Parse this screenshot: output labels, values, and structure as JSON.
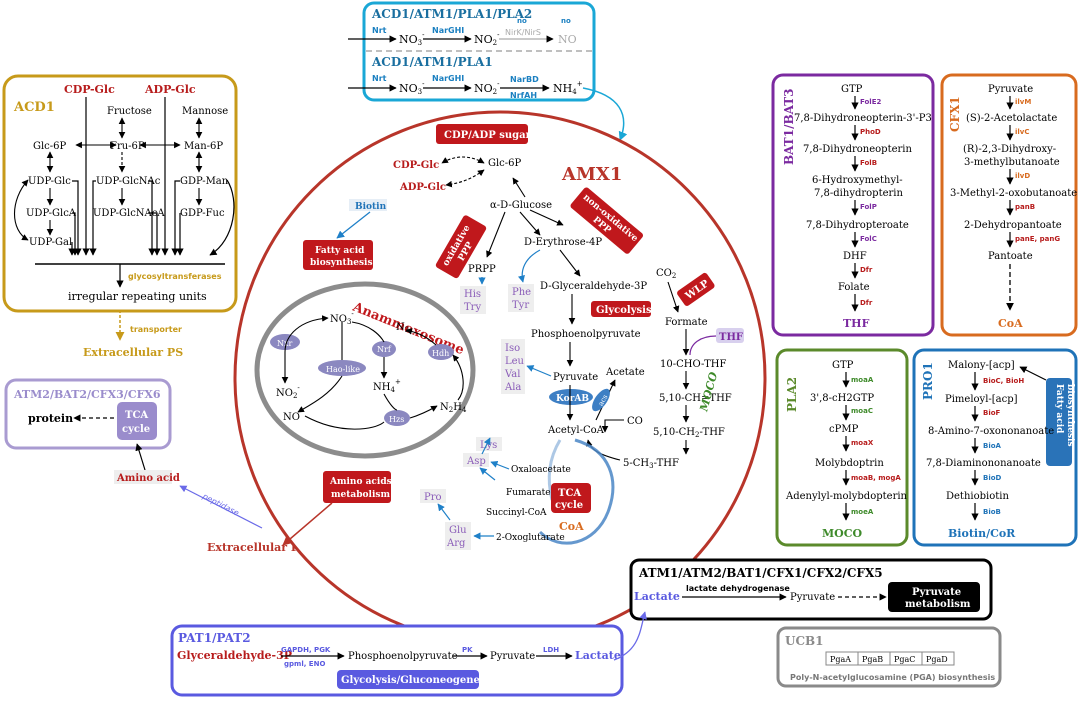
{
  "colors": {
    "acd1": "#c79a1a",
    "amx1": "#b8352a",
    "bat": "#7b2aa0",
    "cfx1": "#d86b1f",
    "pla2": "#5b8a2b",
    "pro1": "#1f73b8",
    "atm2box": "#a99bd1",
    "anam": "#8c8c8c",
    "top": "#1aa7d6",
    "pat": "#5a5ae0",
    "ucb": "#8a8a8a",
    "purple_text": "#8a5cb8",
    "green_text": "#3e8a2a",
    "blue_text": "#1f73b8",
    "red_text": "#b71c1c"
  },
  "top": {
    "title1": "ACD1/ATM1/PLA1/PLA2",
    "title2": "ACD1/ATM1/PLA1",
    "nrt": "Nrt",
    "no3": "NO",
    "no3_sub": "3",
    "no3_sup": "-",
    "nargh": "NarGHI",
    "no2": "NO",
    "no2_sub": "2",
    "no2_sup": "-",
    "no_label": "no",
    "nirks": "NirK/NirS",
    "no_gas": "NO",
    "narbd": "NarBD",
    "nrfah": "NrfAH",
    "nh4": "NH",
    "nh4_sub": "4",
    "nh4_sup": "+"
  },
  "acd1": {
    "title": "ACD1",
    "cdp": "CDP-Glc",
    "adp": "ADP-Glc",
    "glc6p": "Glc-6P",
    "fructose": "Fructose",
    "fru6p": "Fru-6P",
    "mannose": "Mannose",
    "man6p": "Man-6P",
    "udpglc": "UDP-Glc",
    "udpglcnac": "UDP-GlcNAc",
    "gdpman": "GDP-Man",
    "udpglca": "UDP-GlcA",
    "udpglcnaca": "UDP-GlcNAcA",
    "gdpfuc": "GDP-Fuc",
    "udpgal": "UDP-Gal",
    "glycosyl": "glycosyltransferases",
    "irregular": "irregular repeating units",
    "transporter": "transporter",
    "extps": "Extracellular PS"
  },
  "atm2": {
    "title": "ATM2/BAT2/CFX3/CFX6",
    "protein": "protein",
    "tca1": "TCA",
    "tca2": "cycle",
    "aminoacid": "Amino acid",
    "peptidase": "peptidase",
    "extpn": "Extracellular PN"
  },
  "amx": {
    "title": "AMX1",
    "cdpadp": "CDP/ADP sugar",
    "cdpglc": "CDP-Glc",
    "adpglc": "ADP-Glc",
    "glc6p": "Glc-6P",
    "biotin": "Biotin",
    "fatty1": "Fatty acid",
    "fatty2": "biosynthesis",
    "agluc": "α-D-Glucose",
    "oxppp1": "oxidative",
    "oxppp2": "PPP",
    "nonox1": "non-oxidative",
    "nonox2": "PPP",
    "erythrose": "D-Erythrose-4P",
    "prpp": "PRPP",
    "his": "His",
    "try": "Try",
    "phe": "Phe",
    "tyr": "Tyr",
    "g3p": "D-Glyceraldehyde-3P",
    "glycolysis": "Glycolysis",
    "co2": "CO",
    "co2_sub": "2",
    "wlp": "WLP",
    "formate": "Formate",
    "thf": "THF",
    "pep": "Phosphoenolpyruvate",
    "iso": "Iso",
    "leu": "Leu",
    "val": "Val",
    "ala": "Ala",
    "pyruvate": "Pyruvate",
    "acetate": "Acetate",
    "korab": "KorAB",
    "acs": "acs",
    "acetylcoa": "Acetyl-CoA",
    "co": "CO",
    "chothf": "10-CHO-THF",
    "chthf": "5,10-CH=THF",
    "ch2thf": "5,10-CH",
    "ch2thf_sub": "2",
    "ch2thf_end": "-THF",
    "ch3thf": "5-CH",
    "ch3thf_sub": "3",
    "ch3thf_end": "-THF",
    "moco": "MOCO",
    "lys": "Lys",
    "asp": "Asp",
    "oxalo": "Oxaloacetate",
    "fumarate": "Fumarate",
    "succoa": "Succinyl-CoA",
    "oxoglut": "2-Oxoglutarate",
    "pro": "Pro",
    "glu": "Glu",
    "arg": "Arg",
    "tca1": "TCA",
    "tca2": "cycle",
    "coa": "CoA",
    "aam1": "Amino acids",
    "aam2": "metabolism",
    "anammoxosome": "Anammoxosome",
    "nxr": "Nxr",
    "no3": "NO",
    "no3_sub": "3",
    "no3_sup": "-",
    "no2": "NO",
    "no2_sub": "2",
    "no2_sup": "-",
    "haolike": "Hao-like",
    "nrf": "Nrf",
    "n2": "N",
    "n2_sub": "2",
    "hdh": "Hdh",
    "nh4": "NH",
    "nh4_sub": "4",
    "nh4_sup": "+",
    "no": "NO",
    "hzs": "Hzs",
    "n2h4": "N",
    "n2h4_sub": "2",
    "n2h4_mid": "H",
    "n2h4_sub2": "4"
  },
  "bat": {
    "title": "BAT1/BAT3",
    "gtp": "GTP",
    "fole2": "FolE2",
    "s1": "7,8-Dihydroneopterin-3'-P3",
    "phod": "PhoD",
    "s2": "7,8-Dihydroneopterin",
    "folb": "FolB",
    "s3a": "6-Hydroxymethyl-",
    "s3b": "7,8-dihydropterin",
    "folp": "FolP",
    "s4": "7,8-Dihydropteroate",
    "folc": "FolC",
    "dhf": "DHF",
    "dfr1": "Dfr",
    "folate": "Folate",
    "dfr2": "Dfr",
    "thf": "THF"
  },
  "cfx1": {
    "title": "CFX1",
    "pyruvate": "Pyruvate",
    "ilvm": "ilvM",
    "s1": "(S)-2-Acetolactate",
    "ilvc": "ilvC",
    "s2a": "(R)-2,3-Dihydroxy-",
    "s2b": "3-methylbutanoate",
    "ilvd": "ilvD",
    "s3": "3-Methyl-2-oxobutanoate",
    "panb": "panB",
    "s4": "2-Dehydropantoate",
    "pane": "panE, panG",
    "s5": "Pantoate",
    "coa": "CoA"
  },
  "pla2": {
    "title": "PLA2",
    "gtp": "GTP",
    "moaa": "moaA",
    "s1": "3',8-cH2GTP",
    "moac": "moaC",
    "s2": "cPMP",
    "moax": "moaX",
    "s3": "Molybdoptrin",
    "moab": "moaB, mogA",
    "s4": "Adenylyl-molybdopterin",
    "moaa2": "moeA",
    "moco": "MOCO"
  },
  "pro1": {
    "title": "PRO1",
    "s1": "Malony-[acp]",
    "bioc": "BioC, BioH",
    "s2": "Pimeloyl-[acp]",
    "biof": "BioF",
    "s3": "8-Amino-7-oxononanoate",
    "bioa": "BioA",
    "s4": "7,8-Diaminononanoate",
    "biod": "BioD",
    "s5": "Dethiobiotin",
    "biob": "BioB",
    "s6": "Biotin/CoR",
    "fab1": "Fatty acid",
    "fab2": "biosynthesis"
  },
  "atm1": {
    "title": "ATM1/ATM2/BAT1/CFX1/CFX2/CFX5",
    "lactate": "Lactate",
    "ldh": "lactate dehydrogenase",
    "pyruvate": "Pyruvate",
    "pm1": "Pyruvate",
    "pm2": "metabolism"
  },
  "pat": {
    "title": "PAT1/PAT2",
    "g3p": "Glyceraldehyde-3P",
    "gapdh": "GAPDH, PGK",
    "gpml": "gpml, ENO",
    "pep": "Phosphoenolpyruvate",
    "pk": "PK",
    "pyruvate": "Pyruvate",
    "ldh": "LDH",
    "lactate": "Lactate",
    "glyco": "Glycolysis/Gluconeogenesis"
  },
  "ucb": {
    "title": "UCB1",
    "genes": [
      "PgaA",
      "PgaB",
      "PgaC",
      "PgaD"
    ],
    "caption": "Poly-N-acetylglucosamine (PGA) biosynthesis"
  }
}
